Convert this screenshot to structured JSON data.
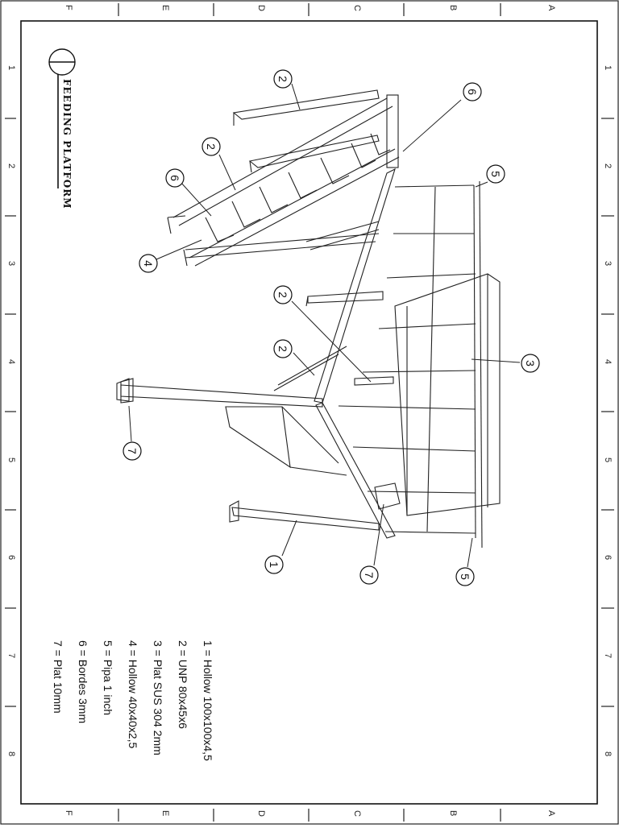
{
  "title": "FEEDING PLATFORM",
  "grid": {
    "letters": [
      "A",
      "B",
      "C",
      "D",
      "E",
      "F"
    ],
    "numbers": [
      "1",
      "2",
      "3",
      "4",
      "5",
      "6",
      "7",
      "8"
    ]
  },
  "legend": [
    "1 = Hollow 100x100x4,5",
    "2 = UNP 80x45x6",
    "3 = Plat SUS 304 2mm",
    "4 = Hollow 40x40x2,5",
    "5 = Pipa 1 inch",
    "6 = Bordes 3mm",
    "7 = Plat 10mm"
  ],
  "callouts": [
    "2",
    "6",
    "2",
    "6",
    "5",
    "4",
    "2",
    "3",
    "2",
    "7",
    "1",
    "7",
    "5"
  ]
}
